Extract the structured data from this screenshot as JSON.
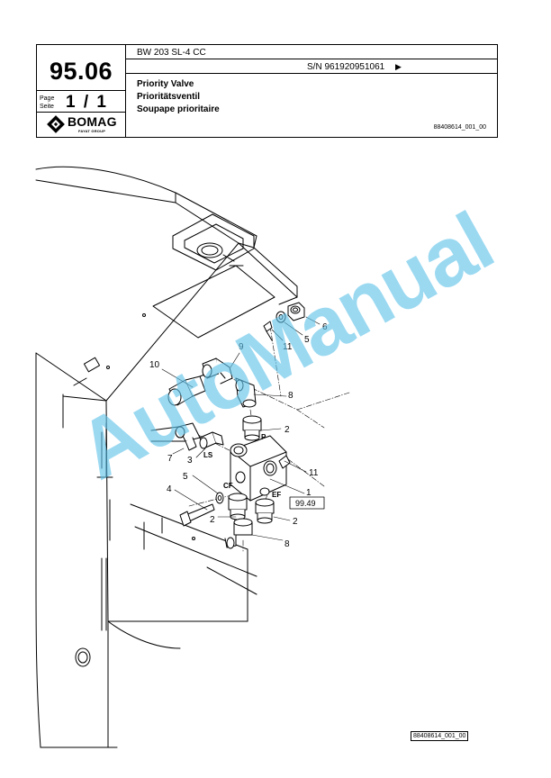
{
  "header": {
    "section_number": "95.06",
    "page_label_de": "Seite",
    "page_label_en": "Page",
    "page_value": "1 / 1",
    "brand": "BOMAG",
    "brand_sub": "FAYAT GROUP",
    "model": "BW 203 SL-4 CC",
    "serial": "S/N 961920951061",
    "serial_arrow": "▶",
    "title_en": "Priority Valve",
    "title_de": "Prioritätsventil",
    "title_fr": "Soupape prioritaire",
    "drawing_ref": "88408614_001_00"
  },
  "diagram": {
    "callouts": {
      "c1": "1",
      "c2a": "2",
      "c2b": "2",
      "c2c": "2",
      "c3": "3",
      "c4": "4",
      "c5a": "5",
      "c5b": "5",
      "c6": "6",
      "c7": "7",
      "c8a": "8",
      "c8b": "8",
      "c9": "9",
      "c10": "10",
      "c11a": "11",
      "c11b": "11"
    },
    "port_labels": {
      "p": "P",
      "ls": "LS",
      "cf": "CF",
      "ef": "EF"
    },
    "reference_box": "99.49"
  },
  "watermark": "AutoManual",
  "footer": {
    "drawing_ref": "88408614_001_00"
  }
}
